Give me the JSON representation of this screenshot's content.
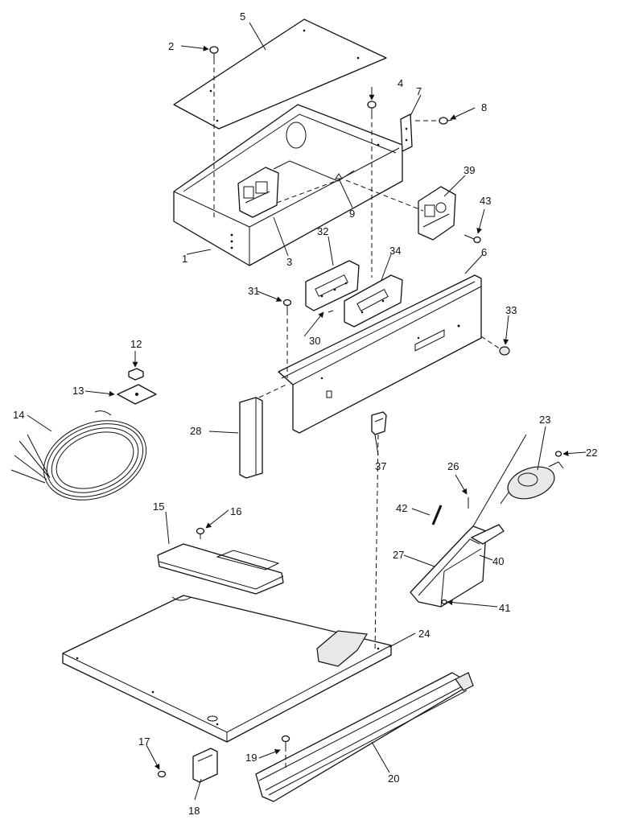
{
  "callouts": [
    "1",
    "2",
    "3",
    "4",
    "5",
    "6",
    "7",
    "8",
    "9",
    "12",
    "13",
    "14",
    "15",
    "16",
    "17",
    "18",
    "19",
    "20",
    "22",
    "23",
    "24",
    "26",
    "27",
    "28",
    "30",
    "31",
    "32",
    "33",
    "34",
    "37",
    "39",
    "40",
    "41",
    "42",
    "43"
  ]
}
